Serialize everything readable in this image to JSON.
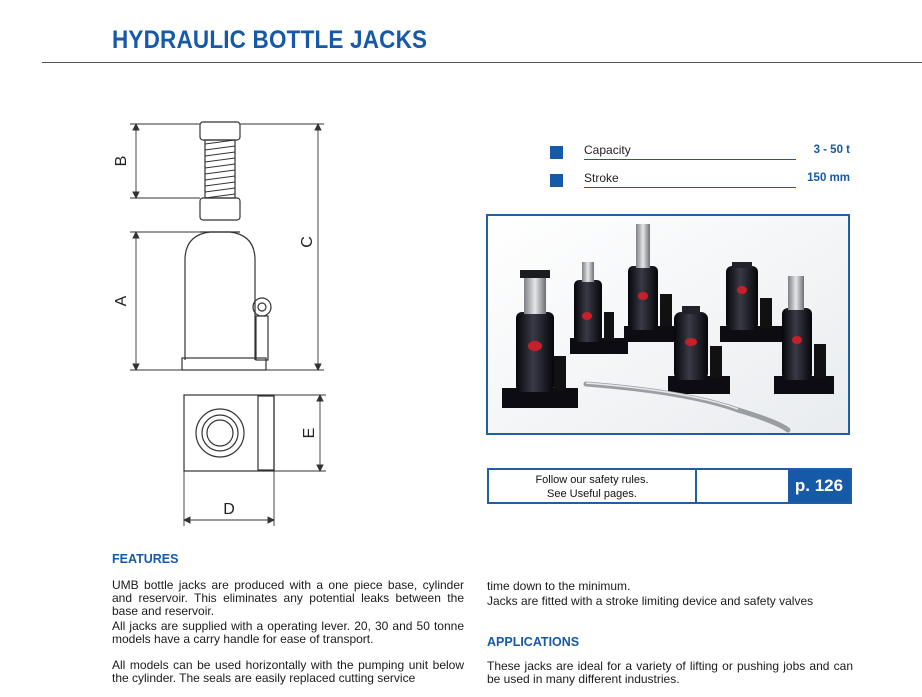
{
  "header": {
    "title": "HYDRAULIC BOTTLE JACKS"
  },
  "drawing": {
    "labels": {
      "a": "A",
      "b": "B",
      "c": "C",
      "d": "D",
      "e": "E"
    }
  },
  "specs": [
    {
      "label": "Capacity",
      "value": "3 - 50 t"
    },
    {
      "label": "Stroke",
      "value": "150 mm"
    }
  ],
  "safety": {
    "line1": "Follow our safety rules.",
    "line2": "See Useful pages.",
    "page_ref": "p. 126"
  },
  "features": {
    "heading": "FEATURES",
    "p1": "UMB bottle jacks are produced  with a one piece base, cylinder and reservoir. This eliminates any potential leaks between the base and reservoir.",
    "p2": "All jacks are supplied with a operating lever. 20, 30 and 50 tonne models have a carry handle for ease of transport.",
    "p3": "All models can be used horizontally with the pumping unit below the cylinder. The seals are easily replaced cutting service",
    "p4": "time down to the minimum.",
    "p5": "Jacks are fitted with a stroke limiting device and safety valves"
  },
  "applications": {
    "heading": "APPLICATIONS",
    "p1": "These jacks are ideal for a variety of lifting or pushing jobs and can be used in many different industries."
  },
  "colors": {
    "accent": "#1559a8",
    "jack_body": "#15151c"
  }
}
